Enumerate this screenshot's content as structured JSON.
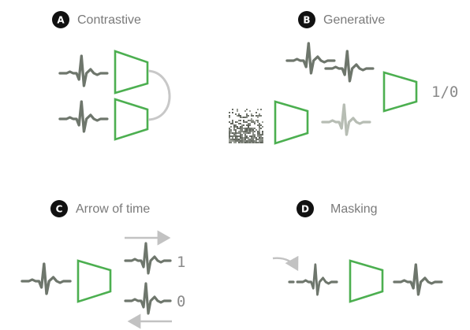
{
  "colors": {
    "encoder": "#4caf50",
    "signal": "#6e766c",
    "signal_faded": "#b7bdb4",
    "arrow": "#c2c2c2",
    "badge": "#111111",
    "title": "#7a7a7a"
  },
  "panels": {
    "A": {
      "badge": "A",
      "title": "Contrastive"
    },
    "B": {
      "badge": "B",
      "title": "Generative",
      "output_label": "1/0"
    },
    "C": {
      "badge": "C",
      "title": "Arrow of time",
      "forward_label": "1",
      "backward_label": "0"
    },
    "D": {
      "badge": "D",
      "title": "Masking"
    }
  },
  "icons": {
    "signal": "ecg-waveform-icon",
    "encoder": "encoder-trapezoid-icon",
    "noise": "noise-patch-icon",
    "connector": "curved-connector-icon",
    "arrow": "arrow-icon"
  }
}
